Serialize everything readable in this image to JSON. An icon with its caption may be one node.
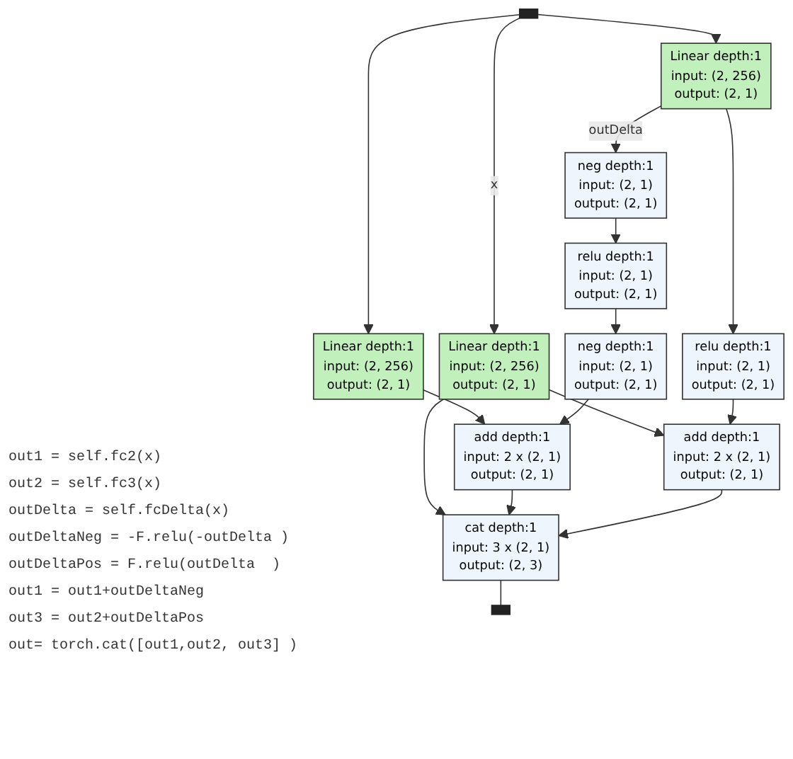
{
  "diagram": {
    "nodes": [
      {
        "text": [],
        "shape": "bar"
      },
      {
        "text": [
          "Linear depth:1",
          "input:",
          "(2, 256)",
          "output:",
          "(2, 1)"
        ]
      },
      {
        "text": [
          "Linear depth:1",
          "input:",
          "(2, 256)",
          "output:",
          "(2, 1)"
        ]
      },
      {
        "text": [
          "neg depth:1",
          "input:",
          "(2, 1)",
          "output:",
          "(2, 1)"
        ]
      },
      {
        "text": [
          "relu depth:1",
          "input:",
          "(2, 1)",
          "output:",
          "(2, 1)"
        ]
      },
      {
        "text": [
          "relu depth:1",
          "input:",
          "(2, 1)",
          "output:",
          "(2, 1)"
        ]
      },
      {
        "text": [
          "add depth:1",
          "input:",
          "2 x (2, 1)",
          "output:",
          "(2, 1)"
        ]
      },
      {
        "text": [
          "Linear depth:1",
          "input:",
          "(2, 256)",
          "output:",
          "(2, 1)"
        ]
      },
      {
        "text": [
          "neg depth:1",
          "input:",
          "(2, 1)",
          "output:",
          "(2, 1)"
        ]
      },
      {
        "text": [
          "add depth:1",
          "input:",
          "2 x (2, 1)",
          "output:",
          "(2, 1)"
        ]
      },
      {
        "text": [
          "cat depth:1",
          "input:",
          "3 x (2, 1)",
          "output:",
          "(2, 3)"
        ]
      },
      {
        "text": [],
        "shape": "bar"
      }
    ],
    "edges": [
      {
        "from": 0,
        "to": 1,
        "arrow": "to"
      },
      {
        "from": 0,
        "to": 2,
        "arrow": "to",
        "label": "x"
      },
      {
        "from": 0,
        "to": 7,
        "arrow": "to"
      },
      {
        "from": 1,
        "to": 3,
        "arrow": "to",
        "label": "outDelta"
      },
      {
        "from": 1,
        "to": 4,
        "arrow": "to"
      },
      {
        "from": 3,
        "to": 5,
        "arrow": "to"
      },
      {
        "from": 2,
        "to": 6,
        "arrow": "to"
      },
      {
        "from": 4,
        "to": 6,
        "arrow": "to"
      },
      {
        "from": 5,
        "to": 8,
        "arrow": "to"
      },
      {
        "from": 7,
        "to": 9,
        "arrow": "to"
      },
      {
        "from": 8,
        "to": 9,
        "arrow": "to"
      },
      {
        "from": 2,
        "to": 10,
        "arrow": "to"
      },
      {
        "from": 9,
        "to": 10,
        "arrow": "to"
      },
      {
        "from": 6,
        "to": 10,
        "arrow": "to"
      },
      {
        "from": 10,
        "to": 11,
        "arrow": "none"
      }
    ],
    "labels": [
      "out1 = self.fc2(x)",
      "out2 = self.fc3(x)",
      "outDelta = self.fcDelta(x)",
      "outDeltaNeg = -F.relu(-outDelta )",
      "outDeltaPos = F.relu(outDelta  )",
      "out1 = out1+outDeltaNeg",
      "out3 = out2+outDeltaPos",
      "out= torch.cat([out1,out2, out3] )"
    ]
  }
}
